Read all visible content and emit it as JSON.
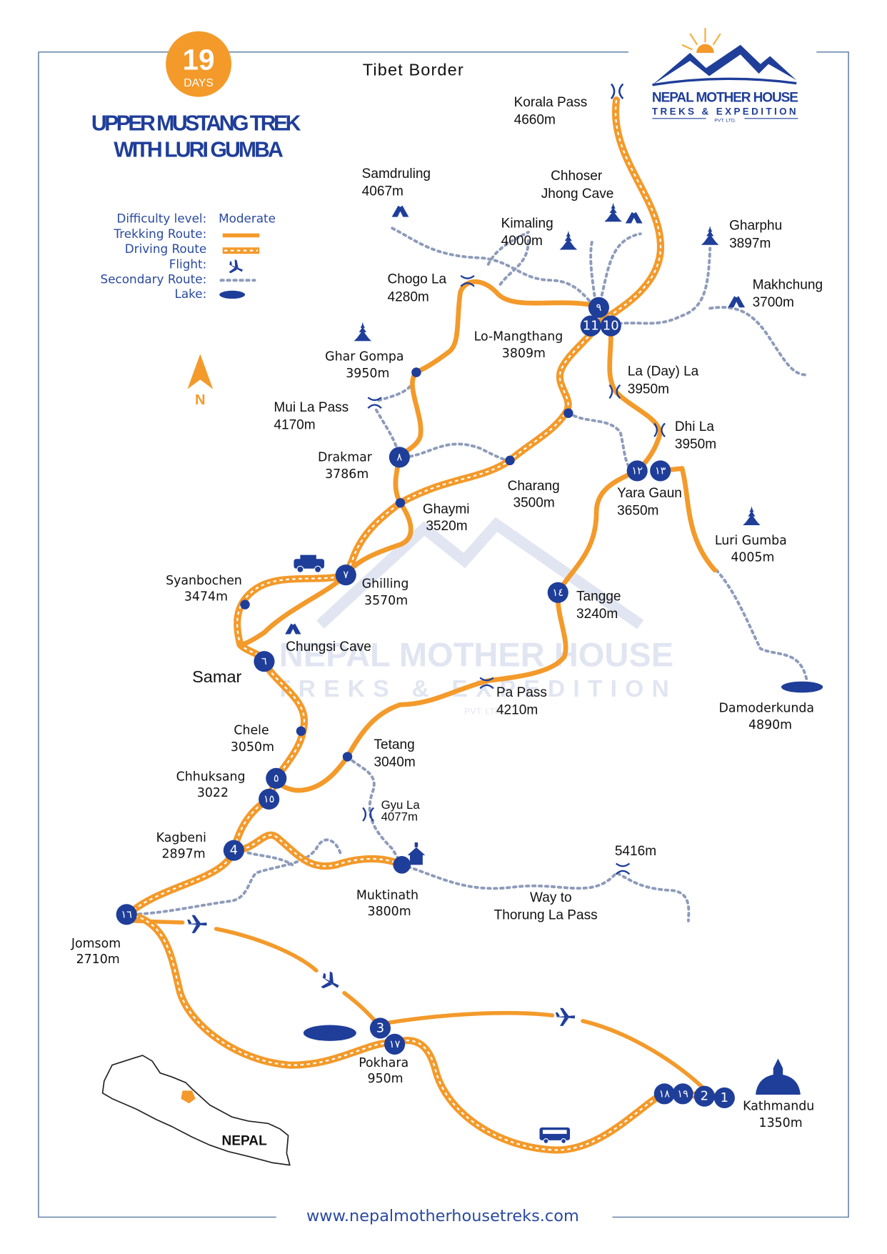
{
  "badge": {
    "days": "19",
    "unit": "DAYS"
  },
  "title": {
    "line1": "UPPER MUSTANG TREK",
    "line2": "WITH LURI GUMBA"
  },
  "tibet_border": "Tibet Border",
  "logo": {
    "name": "NEPAL MOTHER HOUSE",
    "sub": "TREKS & EXPEDITION",
    "pvt": "PVT. LTD."
  },
  "watermark": {
    "line1": "NEPAL MOTHER HOUSE",
    "line2": "TREKS & EXPEDITION",
    "line3": "PVT. LTD."
  },
  "legend": {
    "difficulty_label": "Difficulty level:",
    "difficulty_value": "Moderate",
    "trekking": "Trekking Route:",
    "driving": "Driving Route",
    "flight": "Flight:",
    "secondary": "Secondary Route:",
    "lake": "Lake:"
  },
  "north": "N",
  "places": [
    {
      "name": "Korala Pass",
      "elev": "4660m"
    },
    {
      "name": "Samdruling",
      "elev": "4067m"
    },
    {
      "name": "Chhoser",
      "elev": "Jhong Cave"
    },
    {
      "name": "Kimaling",
      "elev": "4000m"
    },
    {
      "name": "Gharphu",
      "elev": "3897m"
    },
    {
      "name": "Makhchung",
      "elev": "3700m"
    },
    {
      "name": "Chogo La",
      "elev": "4280m"
    },
    {
      "name": "Lo-Mangthang",
      "elev": "3809m"
    },
    {
      "name": "Ghar Gompa",
      "elev": "3950m"
    },
    {
      "name": "La (Day) La",
      "elev": "3950m"
    },
    {
      "name": "Mui La Pass",
      "elev": "4170m"
    },
    {
      "name": "Dhi La",
      "elev": "3950m"
    },
    {
      "name": "Drakmar",
      "elev": "3786m"
    },
    {
      "name": "Charang",
      "elev": "3500m"
    },
    {
      "name": "Yara Gaun",
      "elev": "3650m"
    },
    {
      "name": "Ghaymi",
      "elev": "3520m"
    },
    {
      "name": "Luri Gumba",
      "elev": "4005m"
    },
    {
      "name": "Syanbochen",
      "elev": "3474m"
    },
    {
      "name": "Ghilling",
      "elev": "3570m"
    },
    {
      "name": "Tangge",
      "elev": "3240m"
    },
    {
      "name": "Chungsi Cave"
    },
    {
      "name": "Samar"
    },
    {
      "name": "Pa Pass",
      "elev": "4210m"
    },
    {
      "name": "Damoderkunda",
      "elev": "4890m"
    },
    {
      "name": "Chele",
      "elev": "3050m"
    },
    {
      "name": "Tetang",
      "elev": "3040m"
    },
    {
      "name": "Chhuksang",
      "elev": "3022"
    },
    {
      "name": "Gyu La",
      "elev": "4077m"
    },
    {
      "name": "Kagbeni",
      "elev": "2897m"
    },
    {
      "name": "5416m"
    },
    {
      "name": "Muktinath",
      "elev": "3800m"
    },
    {
      "name": "Way to",
      "elev": "Thorung La Pass"
    },
    {
      "name": "Jomsom",
      "elev": "2710m"
    },
    {
      "name": "Pokhara",
      "elev": "950m"
    },
    {
      "name": "Kathmandu",
      "elev": "1350m"
    }
  ],
  "day_markers": [
    "1",
    "2",
    "3",
    "4",
    "٥",
    "٦",
    "٧",
    "٨",
    "٩",
    "10",
    "11",
    "١٢",
    "١٣",
    "١٤",
    "١٥",
    "١٦",
    "١٧",
    "١٨",
    "١٩"
  ],
  "inset": {
    "label": "NEPAL"
  },
  "footer": {
    "url": "www.nepalmotherhousetreks.com"
  },
  "colors": {
    "route": "#F39A2B",
    "marker": "#1F3E99",
    "secondary": "#8E9BBA",
    "frame": "#6F8AAE"
  }
}
